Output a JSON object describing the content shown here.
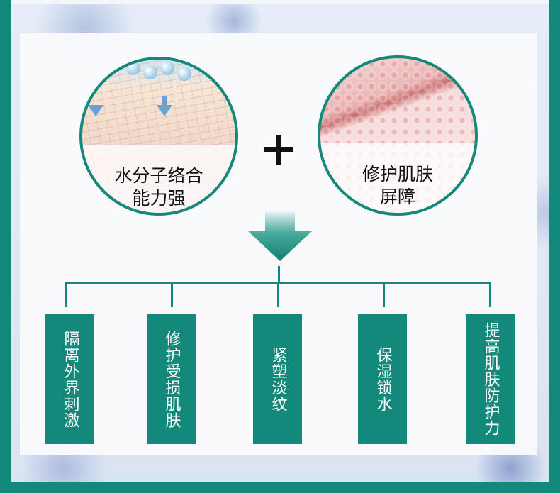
{
  "colors": {
    "accent": "#13897c",
    "text_dark": "#111111",
    "text_light": "#ffffff"
  },
  "features": [
    {
      "label": "水分子络合\n能力强",
      "line1": "水分子络合",
      "line2": "能力强",
      "icon": "water-molecule-skin-illustration"
    },
    {
      "label": "修护肌肤\n屏障",
      "line1": "修护肌肤",
      "line2": "屏障",
      "icon": "skin-barrier-illustration"
    }
  ],
  "plus_icon": "plus-icon",
  "arrow_icon": "down-arrow-icon",
  "benefits": [
    {
      "label": "隔离外界刺激"
    },
    {
      "label": "修护受损肌肤"
    },
    {
      "label": "紧塑淡纹"
    },
    {
      "label": "保湿锁水"
    },
    {
      "label": "提高肌肤防护力"
    }
  ]
}
